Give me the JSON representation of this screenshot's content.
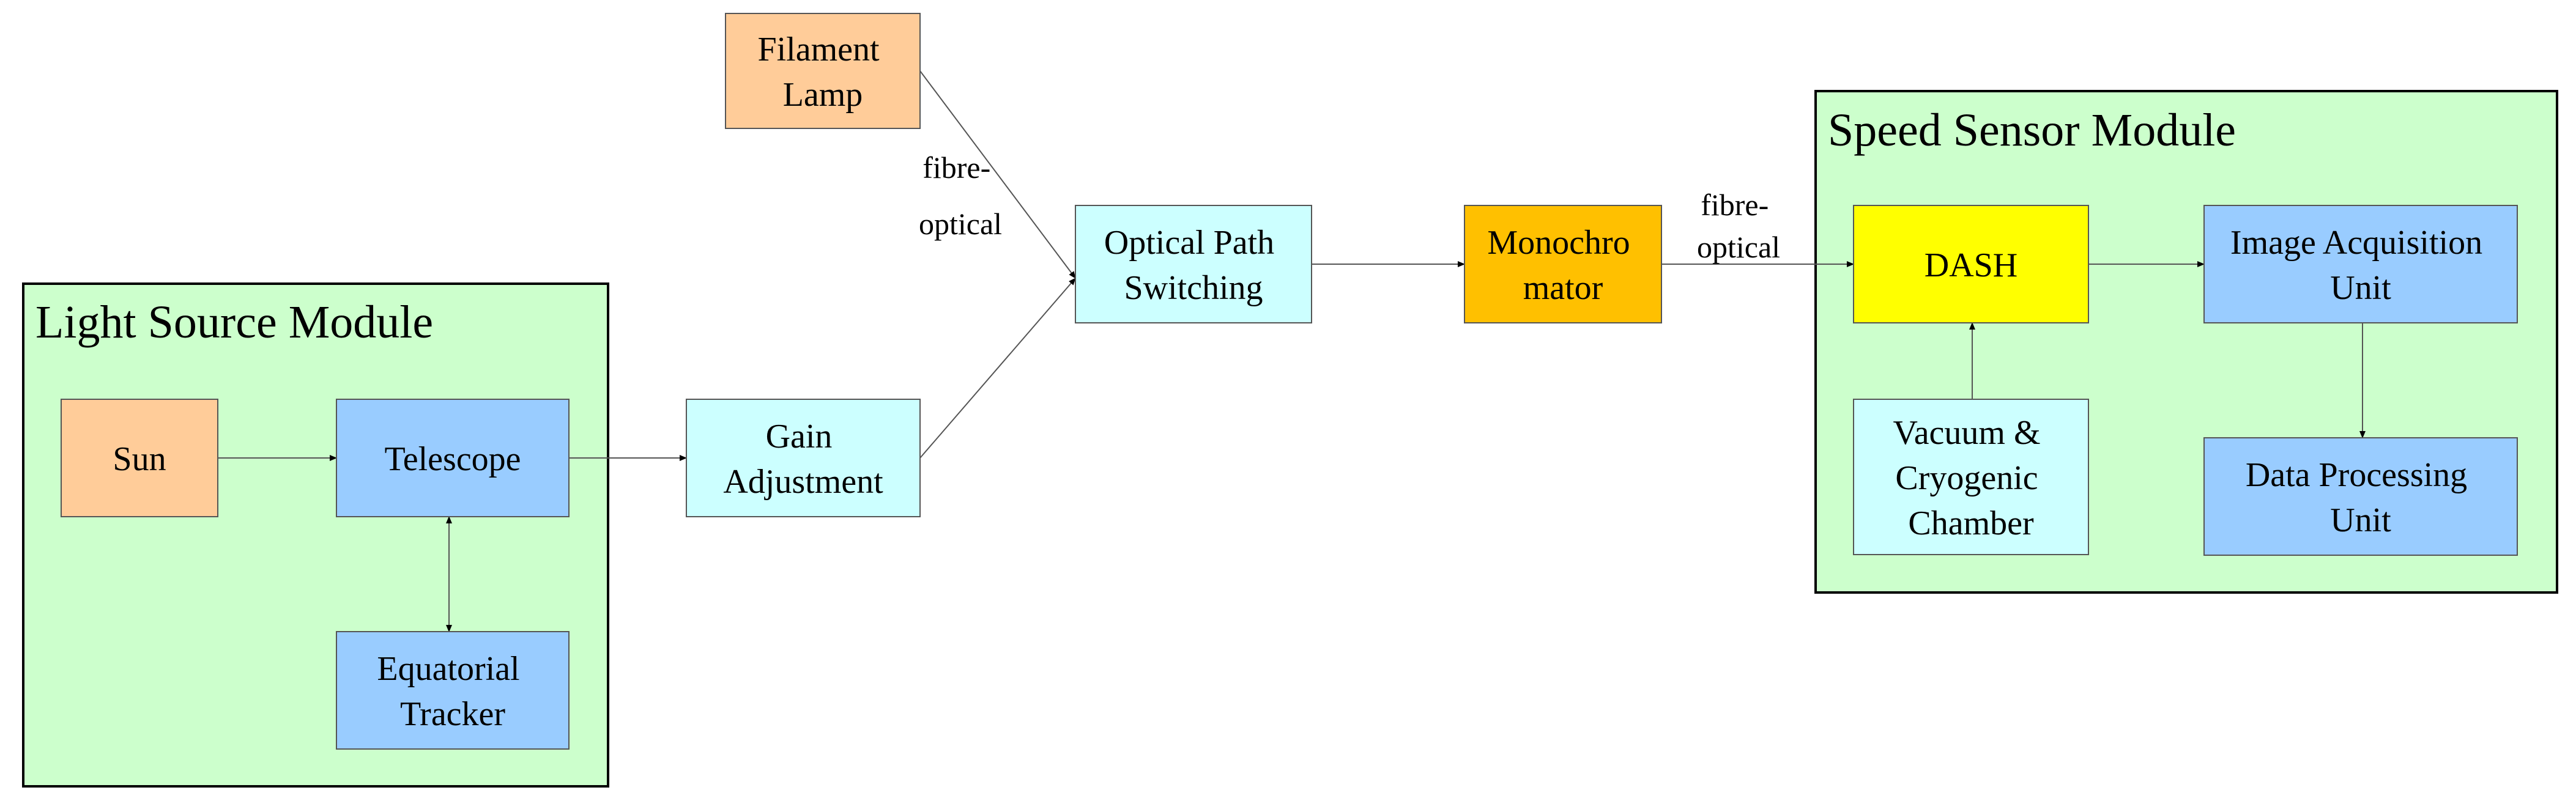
{
  "colors": {
    "module_fill": "#ccffcc",
    "orange_light": "#ffcc99",
    "blue": "#99ccff",
    "cyan": "#ccffff",
    "orange": "#ffc000",
    "yellow": "#ffff00"
  },
  "modules": {
    "light_source": {
      "title": "Light Source Module"
    },
    "speed_sensor": {
      "title": "Speed Sensor Module"
    }
  },
  "boxes": {
    "sun": {
      "lines": [
        "Sun"
      ],
      "color": "#ffcc99"
    },
    "telescope": {
      "lines": [
        "Telescope"
      ],
      "color": "#99ccff"
    },
    "equatorial_tracker": {
      "lines": [
        "Equatorial",
        "Tracker"
      ],
      "color": "#99ccff"
    },
    "gain_adjustment": {
      "lines": [
        "Gain",
        "Adjustment"
      ],
      "color": "#ccffff"
    },
    "filament_lamp": {
      "lines": [
        "Filament",
        "Lamp"
      ],
      "color": "#ffcc99"
    },
    "optical_path_switching": {
      "lines": [
        "Optical Path",
        "Switching"
      ],
      "color": "#ccffff"
    },
    "monochromator": {
      "lines": [
        "Monochro",
        "mator"
      ],
      "color": "#ffc000"
    },
    "dash": {
      "lines": [
        "DASH"
      ],
      "color": "#ffff00"
    },
    "vacuum_chamber": {
      "lines": [
        "Vacuum &",
        "Cryogenic",
        "Chamber"
      ],
      "color": "#ccffff"
    },
    "image_acquisition": {
      "lines": [
        "Image Acquisition",
        "Unit"
      ],
      "color": "#99ccff"
    },
    "data_processing": {
      "lines": [
        "Data Processing",
        "Unit"
      ],
      "color": "#99ccff"
    }
  },
  "edge_labels": {
    "fibre_optical_1": [
      "fibre-",
      "optical"
    ],
    "fibre_optical_2": [
      "fibre-",
      "optical"
    ]
  }
}
